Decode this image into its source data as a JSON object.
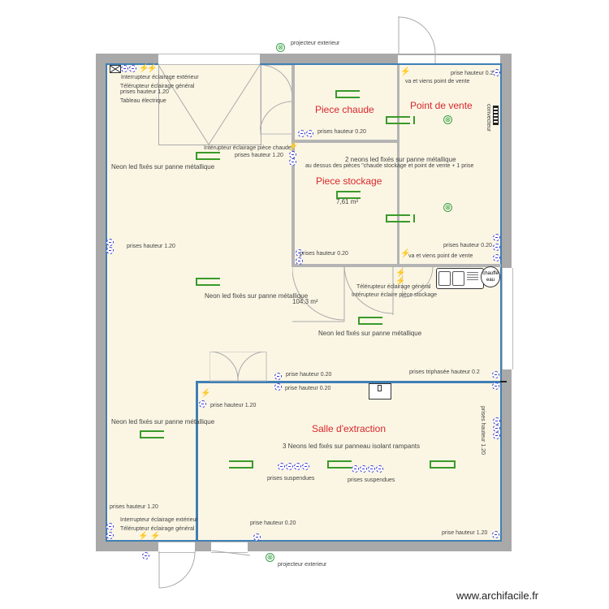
{
  "plan": {
    "total_area": "104,3 m²",
    "watermark": "www.archifacile.fr",
    "colors": {
      "wall": "#a9a9a9",
      "floor": "#fbf6e4",
      "room_outline": "#3f7fb5",
      "room_label": "#d9262b",
      "outlet": "#3a3ad8",
      "neon": "#3a9a2a"
    }
  },
  "rooms": {
    "piece_chaude": {
      "name": "Piece chaude"
    },
    "point_de_vente": {
      "name": "Point de vente"
    },
    "piece_stockage": {
      "name": "Piece stockage",
      "area": "7,61 m²"
    },
    "salle_extraction": {
      "name": "Salle d'extraction"
    }
  },
  "labels": {
    "projecteur_top": "projecteur exterieur",
    "projecteur_bottom": "projecteur exterieur",
    "interrupteur_ext_top": "Interrupteur éclairage extérieur",
    "telerupteur_top": "Télérupteur éclairage général",
    "prises_120_top": "prises hauteur 1.20",
    "tableau": "Tableau  électrique",
    "interrupteur_chaude": "Intérupteur éclairage pièce chaude",
    "prises_120_chaude": "prises hauteur 1.20",
    "neon_top_left": "Neon led fixés sur  panne métallique",
    "prises_020_chaude": "prises hauteur 0.20",
    "prise_028_vente": "prise hauteur 0.28",
    "va_et_vient_top": "va et viens point de vente",
    "convecteur": "convecteur",
    "neons_deux_1": "2 neons led fixés sur  panne métallique",
    "neons_deux_2": "au dessus des pièces \"chaude stockage et point de vente + 1 prise",
    "prises_120_left": "prises hauteur 1.20",
    "prises_020_stock": "prises hauteur 0.20",
    "prises_020_vente": "prises hauteur 0.20",
    "va_et_vient_bottom": "va et viens point de vente",
    "telerupteur_mid": "Télérupteur éclairage général",
    "interrupteur_stock": "Intérupteur éclaire pièce stockage",
    "neon_center": "Neon led fixés sur  panne métallique",
    "neon_right": "Neon led fixés sur  panne métallique",
    "chauffe_eau": "chauffe eau",
    "prise_020_a": "prise hauteur 0.20",
    "prise_020_b": "prise hauteur 0.20",
    "triphasee": "prises triphasée hauteur 0.2",
    "prise_120_extr": "prise hauteur 1.20",
    "neon_bottom_left": "Neon led fixés sur  panne métallique",
    "neons_trois": "3 Neons led fixés sur  panneau  isolant rampants",
    "prises_susp_1": "prises suspendues",
    "prises_susp_2": "prises suspendues",
    "prises_120_extr_right": "prises hauteur 1.20",
    "prises_120_bottom_left": "prises hauteur 1.20",
    "interrupteur_ext_bottom": "Interrupteur éclairage extérieur",
    "telerupteur_bottom": "Télérupteur éclairage général",
    "prise_020_bottom": "prise hauteur 0.20",
    "prise_120_bottom_right": "prise hauteur 1.20"
  },
  "icons": {
    "projector": "⊗",
    "switch": "⚡"
  }
}
